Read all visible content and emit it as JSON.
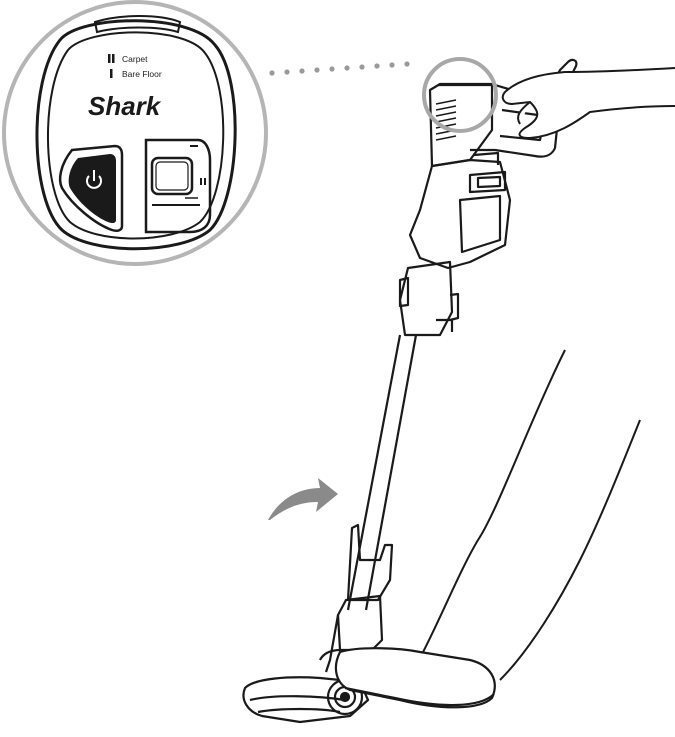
{
  "inset": {
    "modes": [
      {
        "label": "Carpet",
        "indicator": "double-bar"
      },
      {
        "label": "Bare Floor",
        "indicator": "single-bar"
      }
    ],
    "brand": "Shark",
    "power_icon": "power-icon"
  },
  "arrow": {
    "direction": "tilt-back",
    "color": "#8a8a8a"
  },
  "colors": {
    "line": "#1a1a1a",
    "inset_ring": "#b5b5b5",
    "power_button": "#1a1a1a"
  }
}
